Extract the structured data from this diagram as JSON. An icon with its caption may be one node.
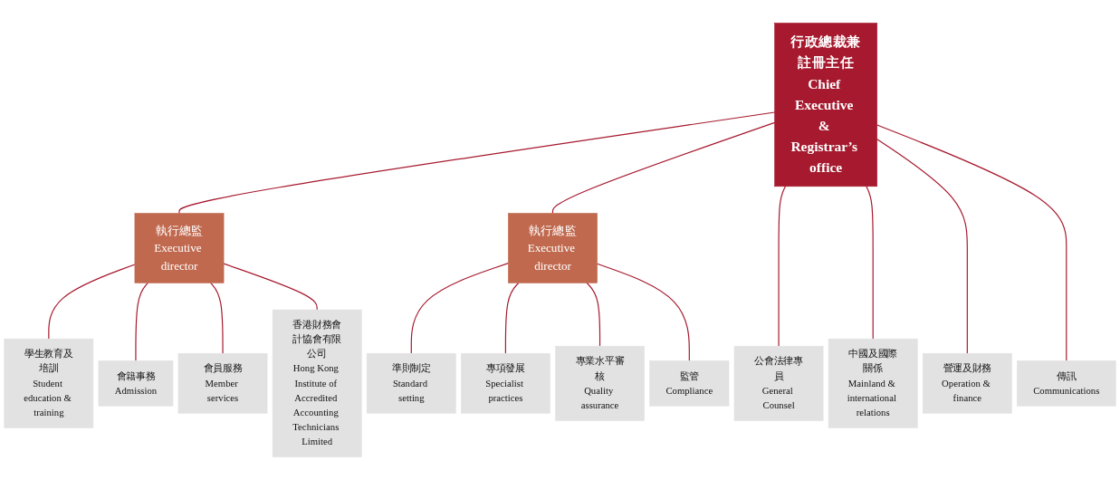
{
  "diagram": {
    "nodes": [
      {
        "text": [
          "行政總裁兼註冊主任",
          "Chief Executive & Registrar’s office"
        ]
      },
      {
        "text": [
          "執行總監",
          "Executive director"
        ]
      },
      {
        "text": [
          "執行總監",
          "Executive director"
        ]
      },
      {
        "text": [
          "學生教育及培訓",
          "Student education & training"
        ]
      },
      {
        "text": [
          "會籍事務",
          "Admission"
        ]
      },
      {
        "text": [
          "會員服務",
          "Member services"
        ]
      },
      {
        "text": [
          "香港財務會計協會有限公司",
          "Hong Kong Institute of Accredited Accounting Technicians Limited"
        ]
      },
      {
        "text": [
          "準則制定",
          "Standard setting"
        ]
      },
      {
        "text": [
          "專項發展",
          "Specialist practices"
        ]
      },
      {
        "text": [
          "專業水平審核",
          "Quality assurance"
        ]
      },
      {
        "text": [
          "監管",
          "Compliance"
        ]
      },
      {
        "text": [
          "公會法律專員",
          "General Counsel"
        ]
      },
      {
        "text": [
          "中國及國際關係",
          "Mainland & international relations"
        ]
      },
      {
        "text": [
          "營運及財務",
          "Operation & finance"
        ]
      },
      {
        "text": [
          "傳訊",
          "Communications"
        ]
      }
    ],
    "edges": [
      {
        "from": 0,
        "to": 1,
        "arrow": "none"
      },
      {
        "from": 0,
        "to": 2,
        "arrow": "none"
      },
      {
        "from": 0,
        "to": 11,
        "arrow": "none"
      },
      {
        "from": 0,
        "to": 12,
        "arrow": "none"
      },
      {
        "from": 0,
        "to": 13,
        "arrow": "none"
      },
      {
        "from": 0,
        "to": 14,
        "arrow": "none"
      },
      {
        "from": 1,
        "to": 3,
        "arrow": "none"
      },
      {
        "from": 1,
        "to": 4,
        "arrow": "none"
      },
      {
        "from": 1,
        "to": 5,
        "arrow": "none"
      },
      {
        "from": 1,
        "to": 6,
        "arrow": "none"
      },
      {
        "from": 2,
        "to": 7,
        "arrow": "none"
      },
      {
        "from": 2,
        "to": 8,
        "arrow": "none"
      },
      {
        "from": 2,
        "to": 9,
        "arrow": "none"
      },
      {
        "from": 2,
        "to": 10,
        "arrow": "none"
      }
    ]
  }
}
